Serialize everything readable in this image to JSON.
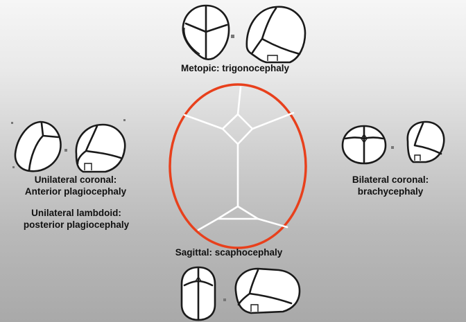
{
  "labels": {
    "metopic": "Metopic: trigonocephaly",
    "unilateral_coronal_1": "Unilateral coronal:",
    "unilateral_coronal_2": "Anterior plagiocephaly",
    "unilateral_lambdoid_1": "Unilateral lambdoid:",
    "unilateral_lambdoid_2": "posterior plagiocephaly",
    "bilateral_coronal_1": "Bilateral coronal:",
    "bilateral_coronal_2": "brachycephaly",
    "sagittal": "Sagittal: scaphocephaly"
  },
  "colors": {
    "center_ring": "#e8401c",
    "sutures_center": "#ffffff",
    "outline": "#1a1a1a"
  }
}
